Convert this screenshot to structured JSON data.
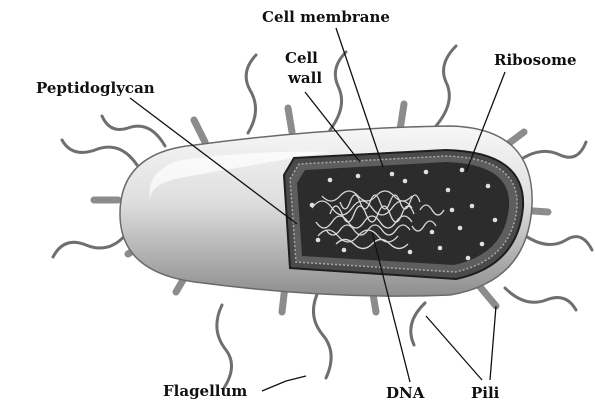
{
  "diagram": {
    "labels": {
      "cell_membrane": "Cell membrane",
      "cell_wall_line1": "Cell",
      "cell_wall_line2": "wall",
      "ribosome": "Ribosome",
      "peptidoglycan": "Peptidoglycan",
      "flagellum": "Flagellum",
      "dna": "DNA",
      "pili": "Pili"
    },
    "colors": {
      "cell_body_light": "#f4f4f4",
      "cell_body_shadow": "#9a9a9a",
      "cytoplasm": "#2c2c2c",
      "membrane": "#7a7a7a",
      "ribosome": "#e0e0e0",
      "leader_line": "#111111"
    }
  }
}
